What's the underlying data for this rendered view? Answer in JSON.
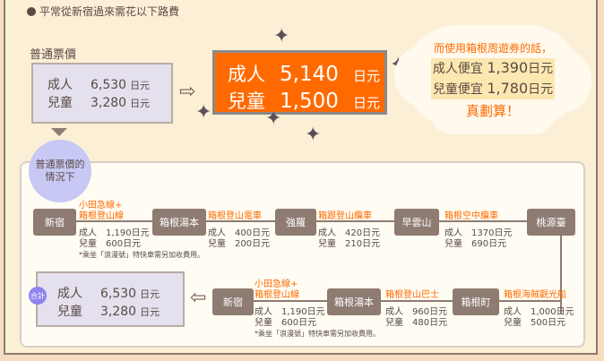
{
  "heading": "平常從新宿過來需花以下路費",
  "regular": {
    "label": "普通票價",
    "adult_label": "成人",
    "adult_price": "6,530",
    "child_label": "兒童",
    "child_price": "3,280",
    "unit": "日元"
  },
  "pass": {
    "adult_label": "成人",
    "adult_price": "5,140",
    "child_label": "兒童",
    "child_price": "1,500",
    "unit": "日元"
  },
  "savings": {
    "intro": "而使用箱根周遊券的話，",
    "adult_line": "成人便宜",
    "adult_amount": "1,390",
    "child_line": "兒童便宜",
    "child_amount": "1,780",
    "unit": "日元",
    "exclaim": "真劃算！"
  },
  "circle_label": "普通票價的情況下",
  "route_top": {
    "stations": [
      "新宿",
      "箱根湯本",
      "強羅",
      "早雲山",
      "桃源臺"
    ],
    "segments": [
      {
        "name": "小田急線+\n箱根登山線",
        "adult": "1,190",
        "child": "600",
        "note": "*乘坐「浪漫號」特快車需另加收費用。"
      },
      {
        "name": "箱根登山電車",
        "adult": "400",
        "child": "200"
      },
      {
        "name": "箱跟登山纜車",
        "adult": "420",
        "child": "210"
      },
      {
        "name": "箱根空中纜車",
        "adult": "1370",
        "child": "690"
      }
    ]
  },
  "route_bottom": {
    "stations": [
      "新宿",
      "箱根湯本",
      "箱根町"
    ],
    "segments": [
      {
        "name": "小田急線+\n箱根登山線",
        "adult": "1,190",
        "child": "600",
        "note": "*乘坐「浪漫號」特快車需另加收費用。"
      },
      {
        "name": "箱根登山巴士",
        "adult": "960",
        "child": "480"
      },
      {
        "name": "箱根海賊觀光船",
        "adult": "1,000",
        "child": "500"
      }
    ]
  },
  "fare_labels": {
    "adult": "成人",
    "child": "兒童",
    "unit": "日元"
  },
  "total": {
    "badge": "合計",
    "adult_label": "成人",
    "adult_price": "6,530",
    "child_label": "兒童",
    "child_price": "3,280",
    "unit": "日元"
  },
  "colors": {
    "orange": "#ff6a00",
    "station": "#8e7b72",
    "circle": "#c8c8f4",
    "background": "#fbefd6"
  }
}
